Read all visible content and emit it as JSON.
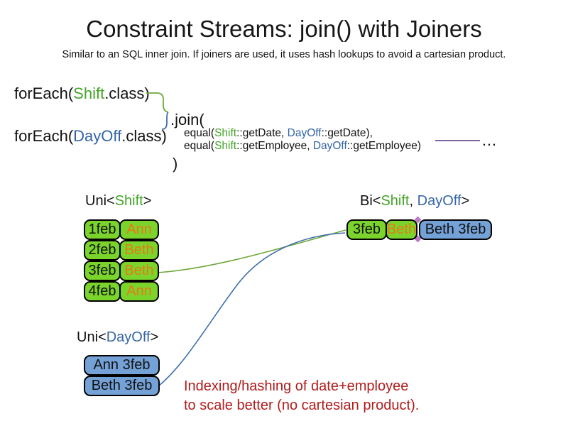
{
  "title": "Constraint Streams: join() with Joiners",
  "subtitle": "Similar to an SQL inner join. If joiners are used, it uses hash lookups to avoid a cartesian product.",
  "colors": {
    "green_fill": "#7bd42b",
    "green_text": "#44a528",
    "blue_fill": "#74a1d6",
    "blue_text": "#3465a4",
    "orange_text": "#e87917",
    "red_text": "#b01c1c",
    "purple_line": "#8064a2",
    "connector_green": "#6fa83a",
    "connector_blue": "#3f6fae"
  },
  "code": {
    "foreach_shift": {
      "pre": "forEach(",
      "class_name": "Shift",
      "post": ".class)"
    },
    "foreach_dayoff": {
      "pre": "forEach(",
      "class_name": "DayOff",
      "post": ".class)"
    },
    "join_open": ".join(",
    "equal_date": {
      "pre": "equal(",
      "left_class": "Shift",
      "mid": "::getDate, ",
      "right_class": "DayOff",
      "post": "::getDate),"
    },
    "equal_employee": {
      "pre": "equal(",
      "left_class": "Shift",
      "mid": "::getEmployee, ",
      "right_class": "DayOff",
      "post": "::getEmployee)"
    },
    "join_close": ")",
    "ellipsis": "…"
  },
  "uni_shift": {
    "label": {
      "pre": "Uni<",
      "type": "Shift",
      "post": ">"
    },
    "rows": [
      {
        "date": "1feb",
        "employee": "Ann"
      },
      {
        "date": "2feb",
        "employee": "Beth"
      },
      {
        "date": "3feb",
        "employee": "Beth"
      },
      {
        "date": "4feb",
        "employee": "Ann"
      }
    ]
  },
  "uni_dayoff": {
    "label": {
      "pre": "Uni<",
      "type": "DayOff",
      "post": ">"
    },
    "rows": [
      {
        "value": "Ann 3feb"
      },
      {
        "value": "Beth 3feb"
      }
    ]
  },
  "bi": {
    "label": {
      "pre": "Bi<",
      "type1": "Shift",
      "sep": ", ",
      "type2": "DayOff",
      "post": ">"
    },
    "row": {
      "date": "3feb",
      "employee": "Beth",
      "dayoff": "Beth 3feb"
    }
  },
  "note": {
    "line1": "Indexing/hashing of date+employee",
    "line2": "to scale better (no cartesian product)."
  }
}
